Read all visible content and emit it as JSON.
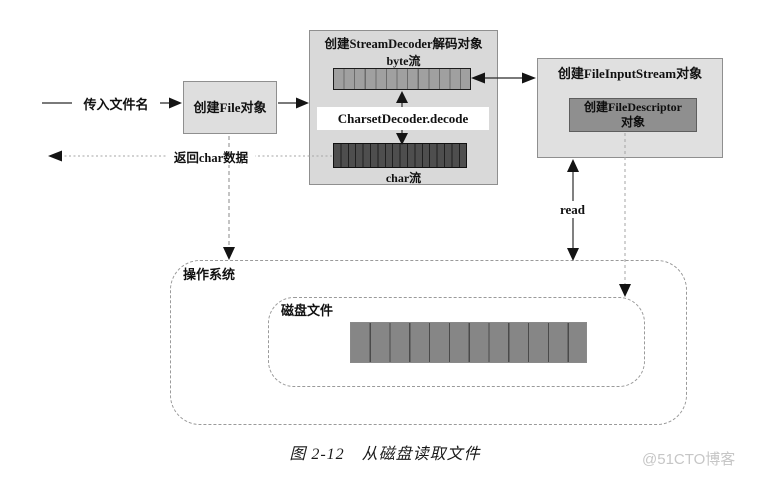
{
  "figure": {
    "caption": "图 2-12　从磁盘读取文件",
    "watermark": "@51CTO博客"
  },
  "labels": {
    "input": "传入文件名",
    "return": "返回char数据",
    "read": "read"
  },
  "boxes": {
    "file": {
      "title": "创建File对象"
    },
    "decoder": {
      "title": "创建StreamDecoder解码对象",
      "byte_stream": "byte流",
      "decode": "CharsetDecoder.decode",
      "char_stream": "char流"
    },
    "file_input_stream": {
      "title": "创建FileInputStream对象",
      "descriptor_line1": "创建FileDescriptor",
      "descriptor_line2": "对象"
    },
    "os": {
      "title": "操作系统",
      "disk_file": "磁盘文件"
    }
  },
  "colors": {
    "box_fill": "#dedede",
    "box_border": "#8f8f8f",
    "byte_bar_fill": "#a0a0a0",
    "byte_bar_divider": "#6b6b6b",
    "char_bar_fill": "#4e4e4e",
    "char_bar_divider": "#1f1f1f",
    "descriptor_fill": "#8f8f8f",
    "disk_bar_fill": "#868686",
    "disk_bar_divider": "#4a4a4a",
    "dashed_outline": "#9a9a9a",
    "watermark_gray": "#c6c6c6"
  }
}
